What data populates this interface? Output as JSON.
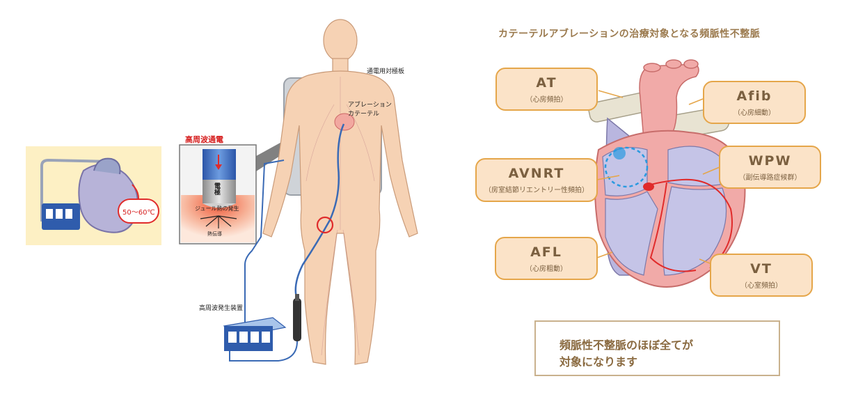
{
  "labels": {
    "high_freq_current": "高周波通電",
    "electrode": "電極",
    "joule_heat": "ジュール熱の発生",
    "heat_conduction": "熱伝導",
    "temp_badge": "50〜60℃",
    "ground_plate": "通電用対極板",
    "catheter_line1": "アブレーション",
    "catheter_line2": "カテーテル",
    "generator": "高周波発生装置"
  },
  "right": {
    "title": "カテーテルアブレーションの治療対象となる頻脈性不整脈",
    "boxes": [
      {
        "abbr": "AT",
        "name": "（心房頻拍）"
      },
      {
        "abbr": "Afib",
        "name": "（心房細動）"
      },
      {
        "abbr": "AVNRT",
        "name": "（房室結節リエントリー性頻拍）"
      },
      {
        "abbr": "WPW",
        "name": "（副伝導路症候群）"
      },
      {
        "abbr": "AFL",
        "name": "（心房粗動）"
      },
      {
        "abbr": "VT",
        "name": "（心室頻拍）"
      }
    ],
    "summary_line1": "頻脈性不整脈のほぼ全てが",
    "summary_line2": "対象になります"
  },
  "colors": {
    "box_fill": "#fbe3c8",
    "box_border": "#e5a64a",
    "skin": "#f6d2b4",
    "catheter": "#3a6ab5",
    "heat_red": "#e02b2b"
  }
}
